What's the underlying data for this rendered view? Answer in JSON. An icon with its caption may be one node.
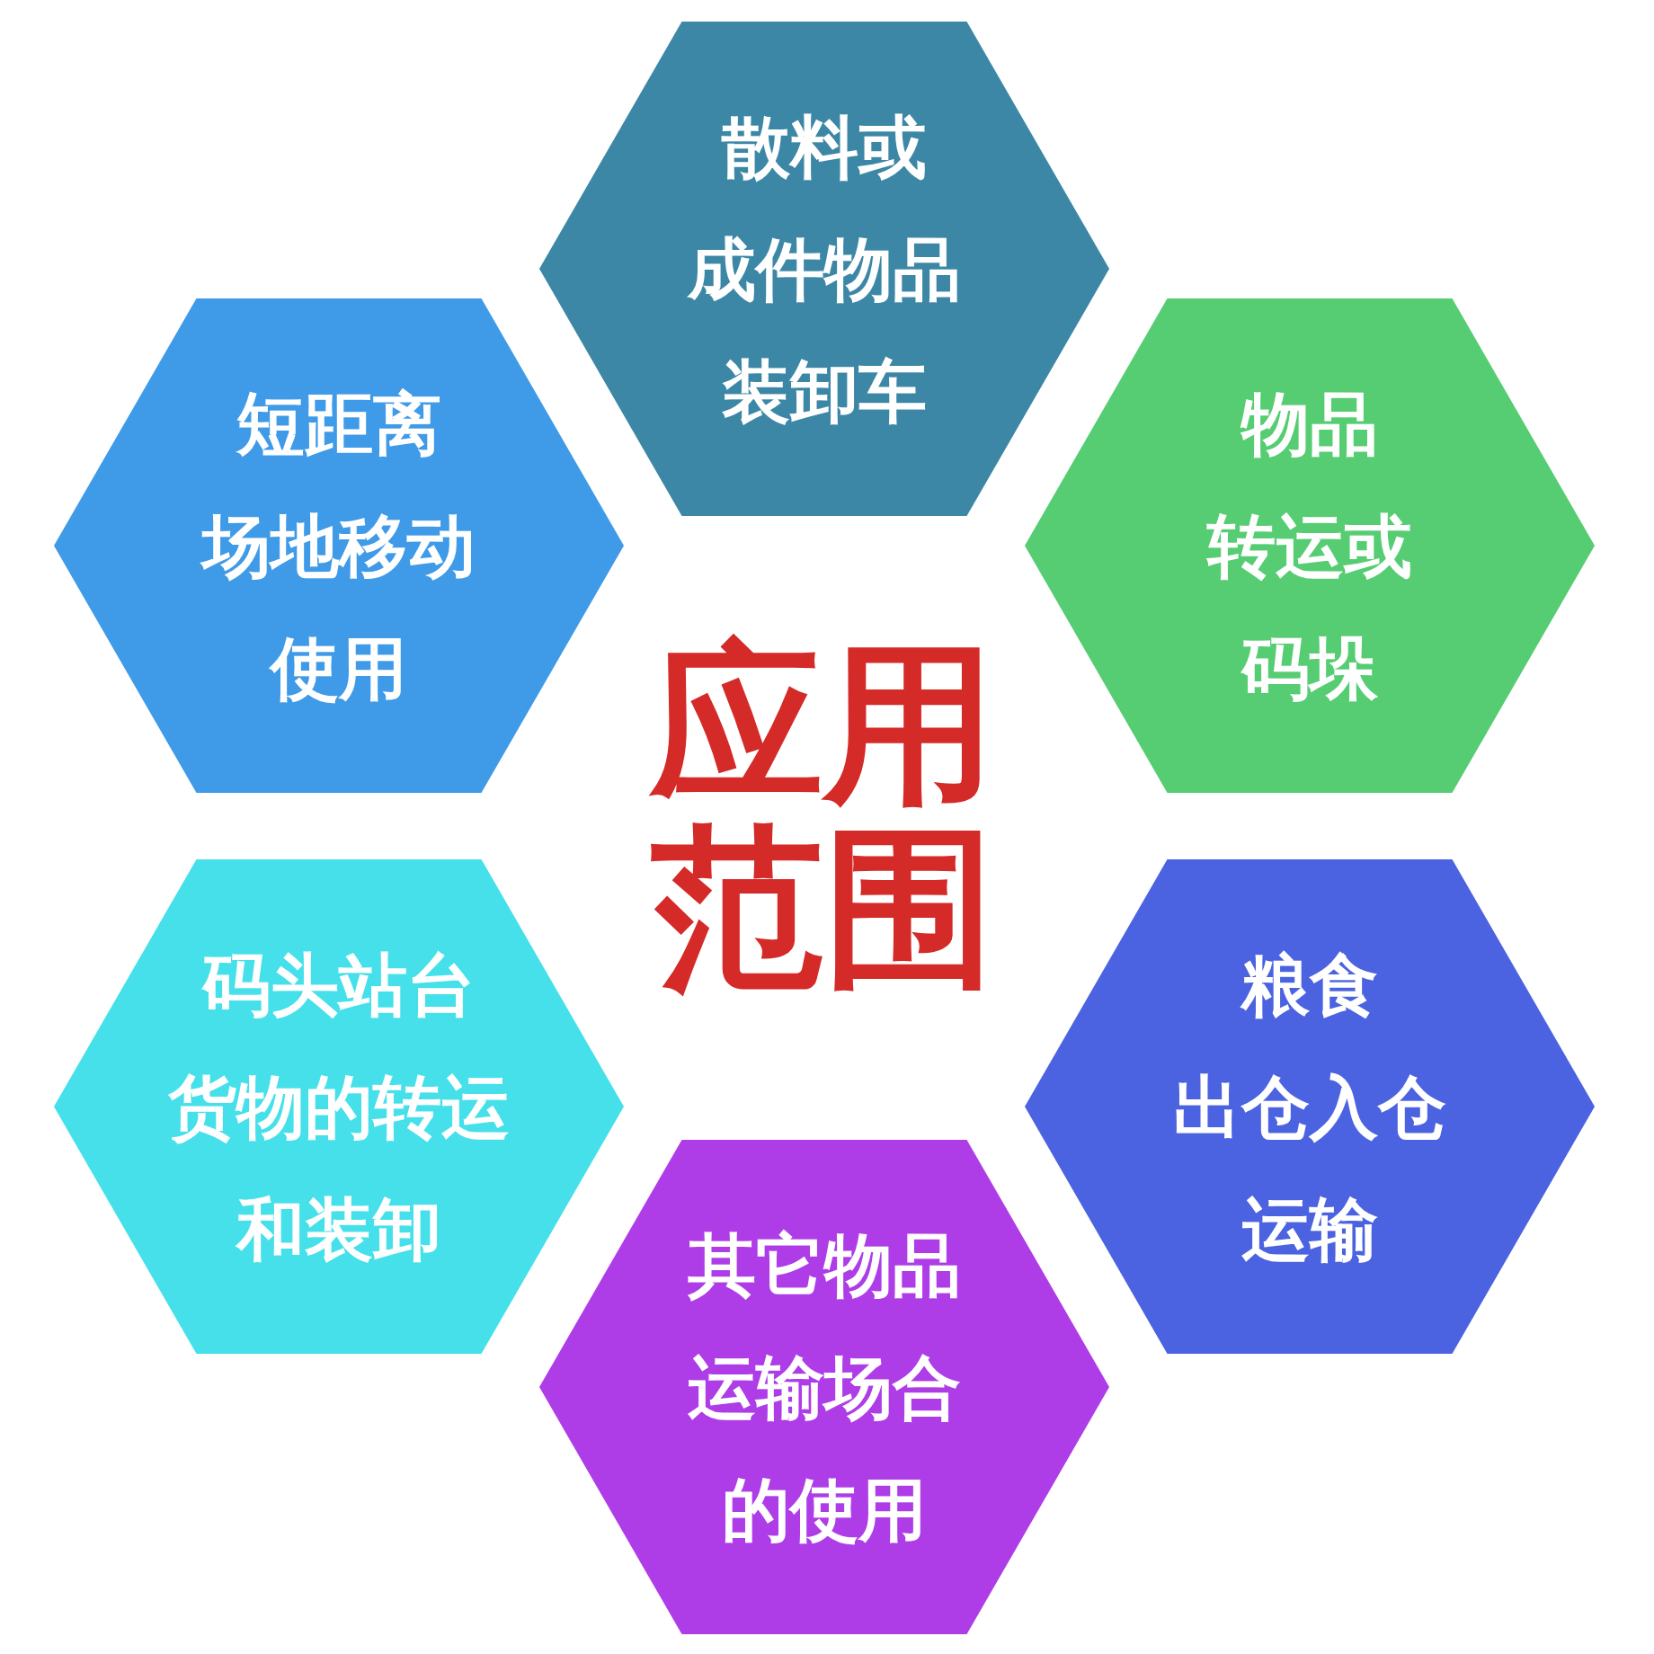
{
  "diagram": {
    "title": "应用范围",
    "nodes": [
      {
        "text": [
          "散料或成件物品装卸车"
        ]
      },
      {
        "text": [
          "短距离场地移动使用"
        ]
      },
      {
        "text": [
          "物品转运或码垛"
        ]
      },
      {
        "text": [
          "码头站台货物的转运和装卸"
        ]
      },
      {
        "text": [
          "粮食出仓入仓运输"
        ]
      },
      {
        "text": [
          "其它物品运输场合的使用"
        ]
      }
    ]
  }
}
